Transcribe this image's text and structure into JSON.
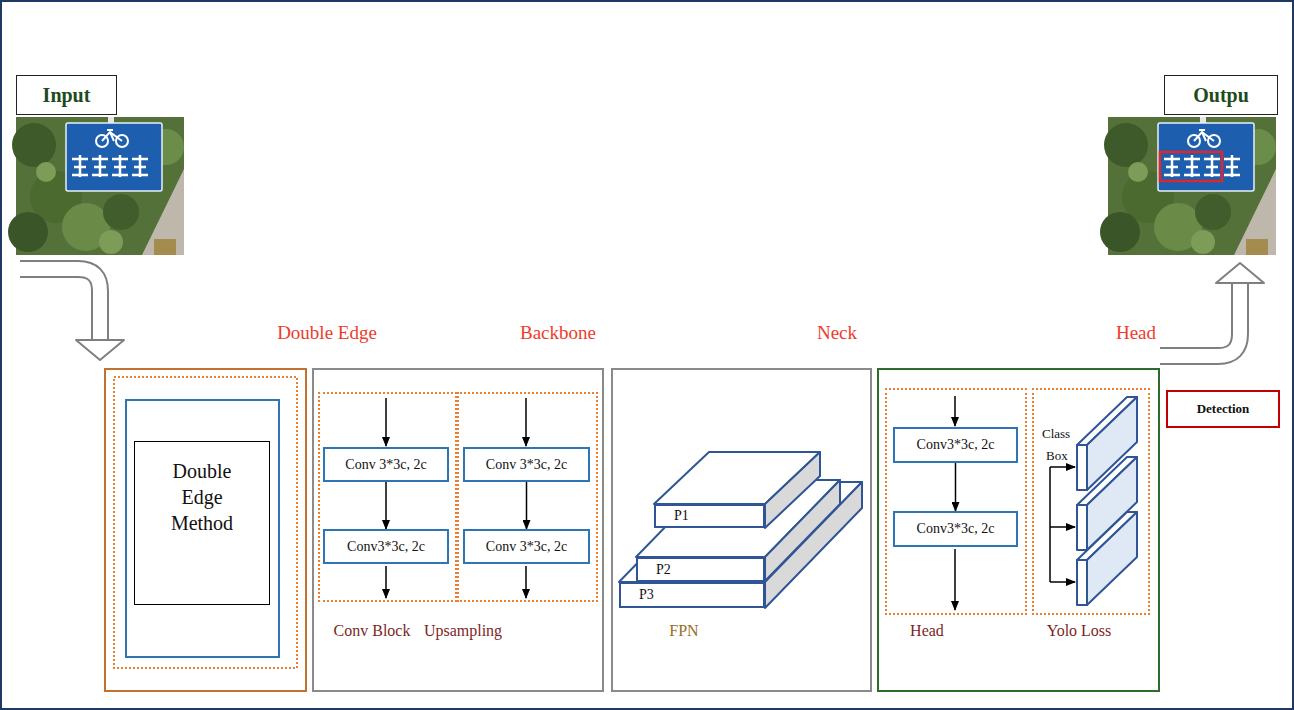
{
  "diagram": {
    "nodes": [
      {
        "text": [
          "Input"
        ]
      },
      {
        "text": [
          "Outpu"
        ]
      },
      {
        "text": [
          "Double Edge"
        ]
      },
      {
        "text": [
          "Double Edge Method"
        ],
        "in": 2
      },
      {
        "text": [
          "Backbone"
        ]
      },
      {
        "text": [
          "Conv Block"
        ],
        "in": 4
      },
      {
        "text": [
          "Conv 3*3c, 2c"
        ],
        "in": 5
      },
      {
        "text": [
          "Conv3*3c, 2c"
        ],
        "in": 5
      },
      {
        "text": [
          "Upsampling"
        ],
        "in": 4
      },
      {
        "text": [
          "Conv 3*3c, 2c"
        ],
        "in": 8
      },
      {
        "text": [
          "Conv 3*3c, 2c"
        ],
        "in": 8
      },
      {
        "text": [
          "Neck",
          "FPN"
        ]
      },
      {
        "text": [
          "P1"
        ],
        "in": 11
      },
      {
        "text": [
          "P2"
        ],
        "in": 11
      },
      {
        "text": [
          "P3"
        ],
        "in": 11
      },
      {
        "text": [
          "Head"
        ]
      },
      {
        "text": [
          "Head"
        ],
        "in": 15
      },
      {
        "text": [
          "Conv3*3c, 2c"
        ],
        "in": 16
      },
      {
        "text": [
          "Conv3*3c, 2c"
        ],
        "in": 16
      },
      {
        "text": [
          "Yolo Loss"
        ],
        "in": 15
      },
      {
        "text": [
          "Detection"
        ]
      }
    ],
    "edges": [
      {
        "from": 0,
        "to": 2,
        "arrow": "to"
      },
      {
        "from": 6,
        "to": 7,
        "arrow": "to"
      },
      {
        "from": 9,
        "to": 10,
        "arrow": "to"
      },
      {
        "from": 17,
        "to": 18,
        "arrow": "to"
      },
      {
        "from": 15,
        "to": 1,
        "arrow": "to"
      }
    ],
    "labels": [
      "Class",
      "Box"
    ]
  }
}
